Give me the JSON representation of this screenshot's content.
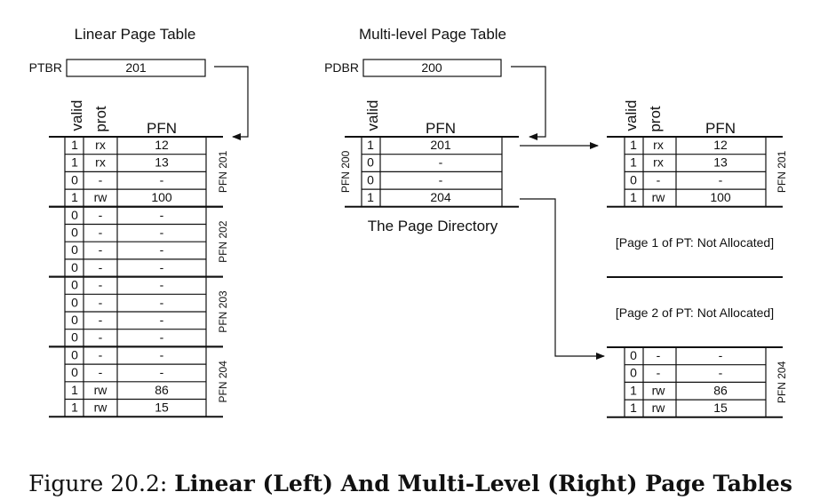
{
  "linear": {
    "title": "Linear Page Table",
    "register_label": "PTBR",
    "register_value": "201",
    "headers": {
      "valid": "valid",
      "prot": "prot",
      "pfn": "PFN"
    },
    "pages": [
      {
        "label": "PFN 201",
        "rows": [
          [
            "1",
            "rx",
            "12"
          ],
          [
            "1",
            "rx",
            "13"
          ],
          [
            "0",
            "-",
            "-"
          ],
          [
            "1",
            "rw",
            "100"
          ]
        ]
      },
      {
        "label": "PFN 202",
        "rows": [
          [
            "0",
            "-",
            "-"
          ],
          [
            "0",
            "-",
            "-"
          ],
          [
            "0",
            "-",
            "-"
          ],
          [
            "0",
            "-",
            "-"
          ]
        ]
      },
      {
        "label": "PFN 203",
        "rows": [
          [
            "0",
            "-",
            "-"
          ],
          [
            "0",
            "-",
            "-"
          ],
          [
            "0",
            "-",
            "-"
          ],
          [
            "0",
            "-",
            "-"
          ]
        ]
      },
      {
        "label": "PFN 204",
        "rows": [
          [
            "0",
            "-",
            "-"
          ],
          [
            "0",
            "-",
            "-"
          ],
          [
            "1",
            "rw",
            "86"
          ],
          [
            "1",
            "rw",
            "15"
          ]
        ]
      }
    ]
  },
  "multi": {
    "title": "Multi-level Page Table",
    "register_label": "PDBR",
    "register_value": "200",
    "directory": {
      "headers": {
        "valid": "valid",
        "pfn": "PFN"
      },
      "label": "PFN 200",
      "rows": [
        [
          "1",
          "201"
        ],
        [
          "0",
          "-"
        ],
        [
          "0",
          "-"
        ],
        [
          "1",
          "204"
        ]
      ],
      "caption": "The Page Directory"
    },
    "pt_page_top": {
      "headers": {
        "valid": "valid",
        "prot": "prot",
        "pfn": "PFN"
      },
      "label": "PFN 201",
      "rows": [
        [
          "1",
          "rx",
          "12"
        ],
        [
          "1",
          "rx",
          "13"
        ],
        [
          "0",
          "-",
          "-"
        ],
        [
          "1",
          "rw",
          "100"
        ]
      ]
    },
    "note_1": "[Page 1 of PT: Not Allocated]",
    "note_2": "[Page 2 of PT: Not Allocated]",
    "pt_page_bottom": {
      "label": "PFN 204",
      "rows": [
        [
          "0",
          "-",
          "-"
        ],
        [
          "0",
          "-",
          "-"
        ],
        [
          "1",
          "rw",
          "86"
        ],
        [
          "1",
          "rw",
          "15"
        ]
      ]
    }
  },
  "caption": {
    "prefix": "Figure 20.2: ",
    "bold": "Linear (Left) And Multi-Level (Right) Page Tables"
  }
}
